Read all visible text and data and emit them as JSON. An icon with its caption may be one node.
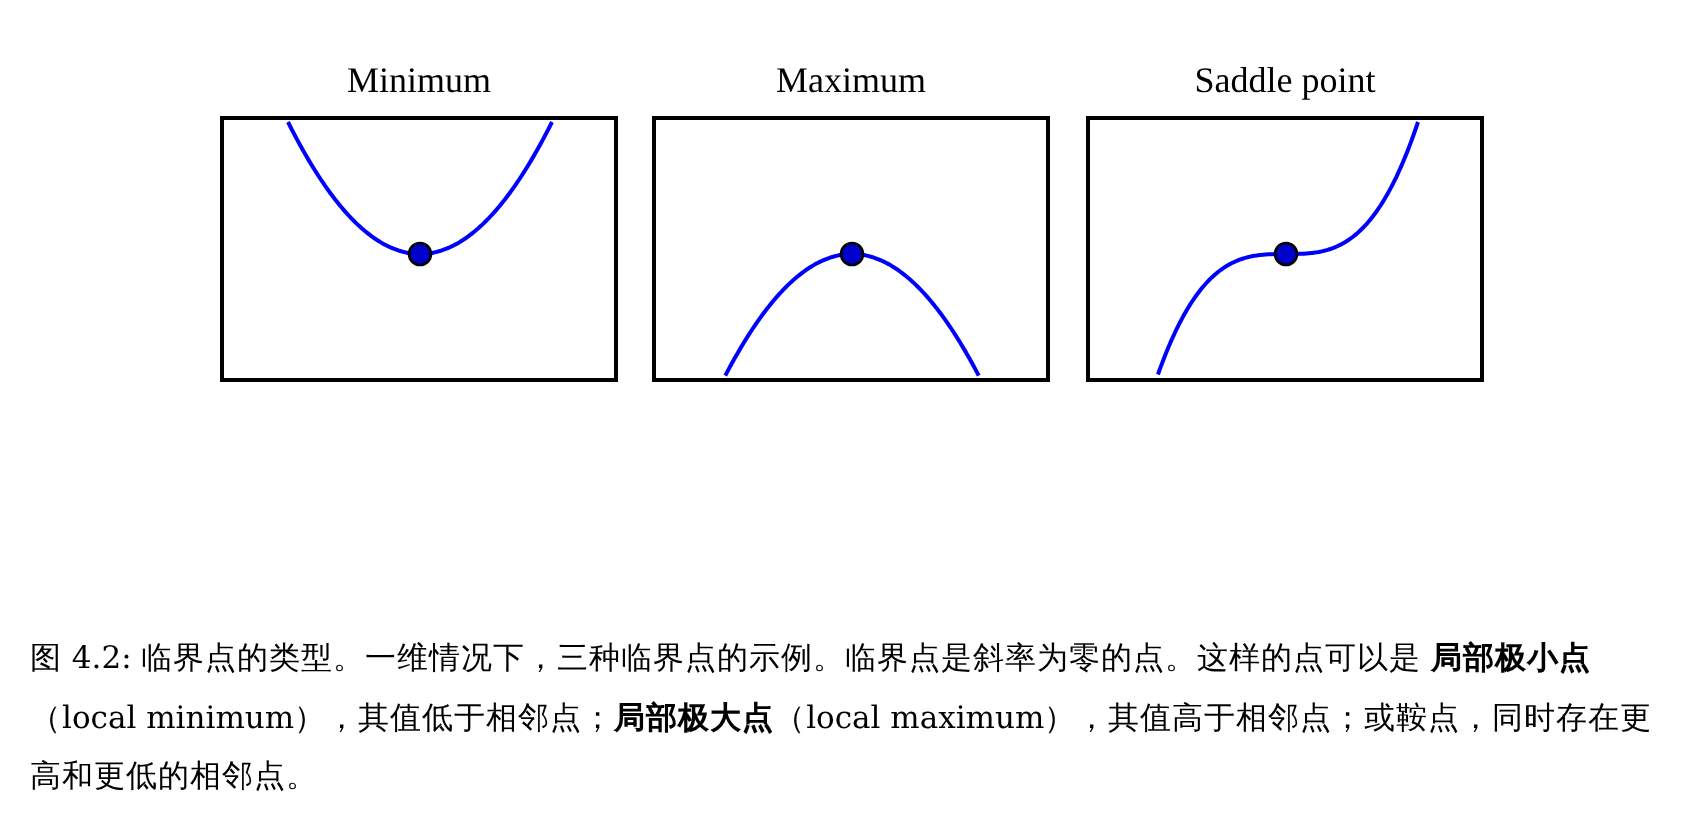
{
  "diagram": {
    "nodes": [
      {
        "text": [
          "Minimum"
        ]
      },
      {
        "text": [
          "Maximum"
        ]
      },
      {
        "text": [
          "Saddle point"
        ]
      }
    ],
    "caption": "图 4.2: 临界点的类型。一维情况下，三种临界点的示例。临界点是斜率为零的点。这样的点可以是 **局部极小点**（local minimum），其值低于相邻点；**局部极大点**（local maximum），其值高于相邻点；或鞍点，同时存在更高和更低的相邻点。"
  }
}
